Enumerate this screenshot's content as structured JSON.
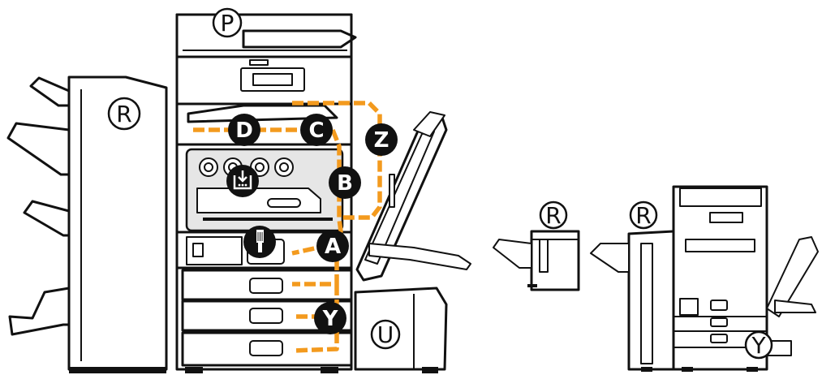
{
  "colors": {
    "path": "#f39a1e",
    "line": "#111111",
    "panel": "#e6e6e6"
  },
  "labels": {
    "P": "P",
    "R": "R",
    "D": "D",
    "C": "C",
    "Z": "Z",
    "B": "B",
    "A": "A",
    "Y": "Y",
    "U": "U",
    "R_small_finisher": "R",
    "R_small_machine": "R",
    "Y_small_machine": "Y"
  },
  "icons": {
    "toner_waste": "toner-waste-box-icon",
    "cleaning_brush": "cleaning-brush-icon"
  }
}
